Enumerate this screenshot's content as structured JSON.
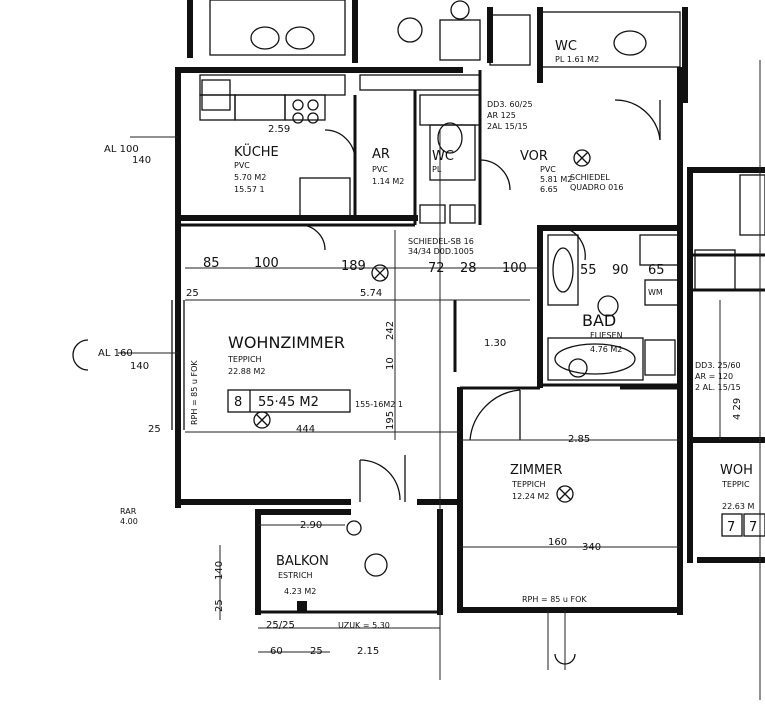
{
  "rooms": {
    "wohnzimmer": {
      "name": "WOHNZIMMER",
      "floor": "TEPPICH",
      "area": "22.88 M2",
      "box_num": "8",
      "box_val": "55·45 M2",
      "box_note": "155-16M2 1",
      "dim_width": "444"
    },
    "kueche": {
      "name": "KÜCHE",
      "floor": "PVC",
      "area": "5.70 M2",
      "extra": "15.57 1",
      "dim": "2.59"
    },
    "ar": {
      "name": "AR",
      "floor": "PVC",
      "area": "1.14 M2"
    },
    "wc": {
      "name": "WC",
      "floor": "PL"
    },
    "vor": {
      "name": "VOR",
      "floor": "PVC",
      "area": "5.81 M2",
      "extra": "6.65"
    },
    "bad": {
      "name": "BAD",
      "floor": "FLIESEN",
      "area": "4.76 M2"
    },
    "zimmer": {
      "name": "ZIMMER",
      "floor": "TEPPICH",
      "area": "12.24 M2",
      "dim_w": "340",
      "dim_h": "160"
    },
    "balkon": {
      "name": "BALKON",
      "floor": "ESTRICH",
      "area": "4.23 M2"
    },
    "wc_top": {
      "name": "WC",
      "area": "PL  1.61 M2"
    },
    "wo_right": {
      "name": "WOH",
      "floor": "TEPPIC",
      "area": "22.63 M"
    }
  },
  "labels": {
    "al_100": "AL 100",
    "al_140": "140",
    "al_160": "AL 160",
    "al_140b": "140",
    "rph_left": "RPH = 85 u FOK",
    "rph_bottom": "RPH = 85 u FOK",
    "schiedel": "SCHIEDEL-SB 16",
    "schiedel2": "34/34 D0D.1005",
    "schiedel_vor": "SCHIEDEL",
    "quadro": "QUADRO 016",
    "door_info": "DD3. 60/25",
    "door_info2": "AR  125",
    "door_info3": "2AL  15/15",
    "door_right": "DD3. 25/60",
    "door_right2": "AR = 120",
    "door_right3": "2 AL. 15/15",
    "wm": "WM",
    "uzuk": "UZUK = 5.30",
    "rar": "RAR",
    "rar2": "4.00",
    "dim_85": "85",
    "dim_100": "100",
    "dim_189": "189",
    "dim_72": "72",
    "dim_28": "28",
    "dim_100b": "100",
    "dim_55": "55",
    "dim_90": "90",
    "dim_65": "65",
    "dim_574": "5.74",
    "dim_242": "242",
    "dim_195": "195",
    "dim_10": "10",
    "dim_25a": "25",
    "dim_25b": "25",
    "dim_285": "2.85",
    "dim_130": "1.30",
    "dim_290": "2.90",
    "dim_60": "60",
    "dim_25c": "25",
    "dim_215": "2.15",
    "dim_140": "140",
    "dim_25d": "25",
    "dim_2525": "25/25",
    "dim_429": "4 29",
    "dim_7": "7"
  }
}
